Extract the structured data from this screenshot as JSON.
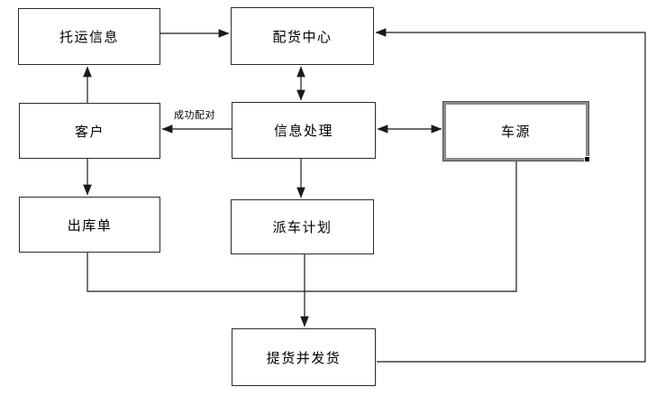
{
  "diagram": {
    "type": "flowchart",
    "nodes": {
      "consignment_info": "托运信息",
      "distribution_center": "配货中心",
      "customer": "客户",
      "info_processing": "信息处理",
      "vehicle_source": "车源",
      "outbound_order": "出库单",
      "dispatch_plan": "派车计划",
      "pickup_delivery": "提货并发货"
    },
    "edge_labels": {
      "successful_match": "成功配对"
    },
    "colors": {
      "background": "#ffffff",
      "line": "#1a1a1a",
      "box_border": "#2b2b2b",
      "selection_border": "#8b8b8b",
      "selection_handle": "#000000"
    }
  }
}
